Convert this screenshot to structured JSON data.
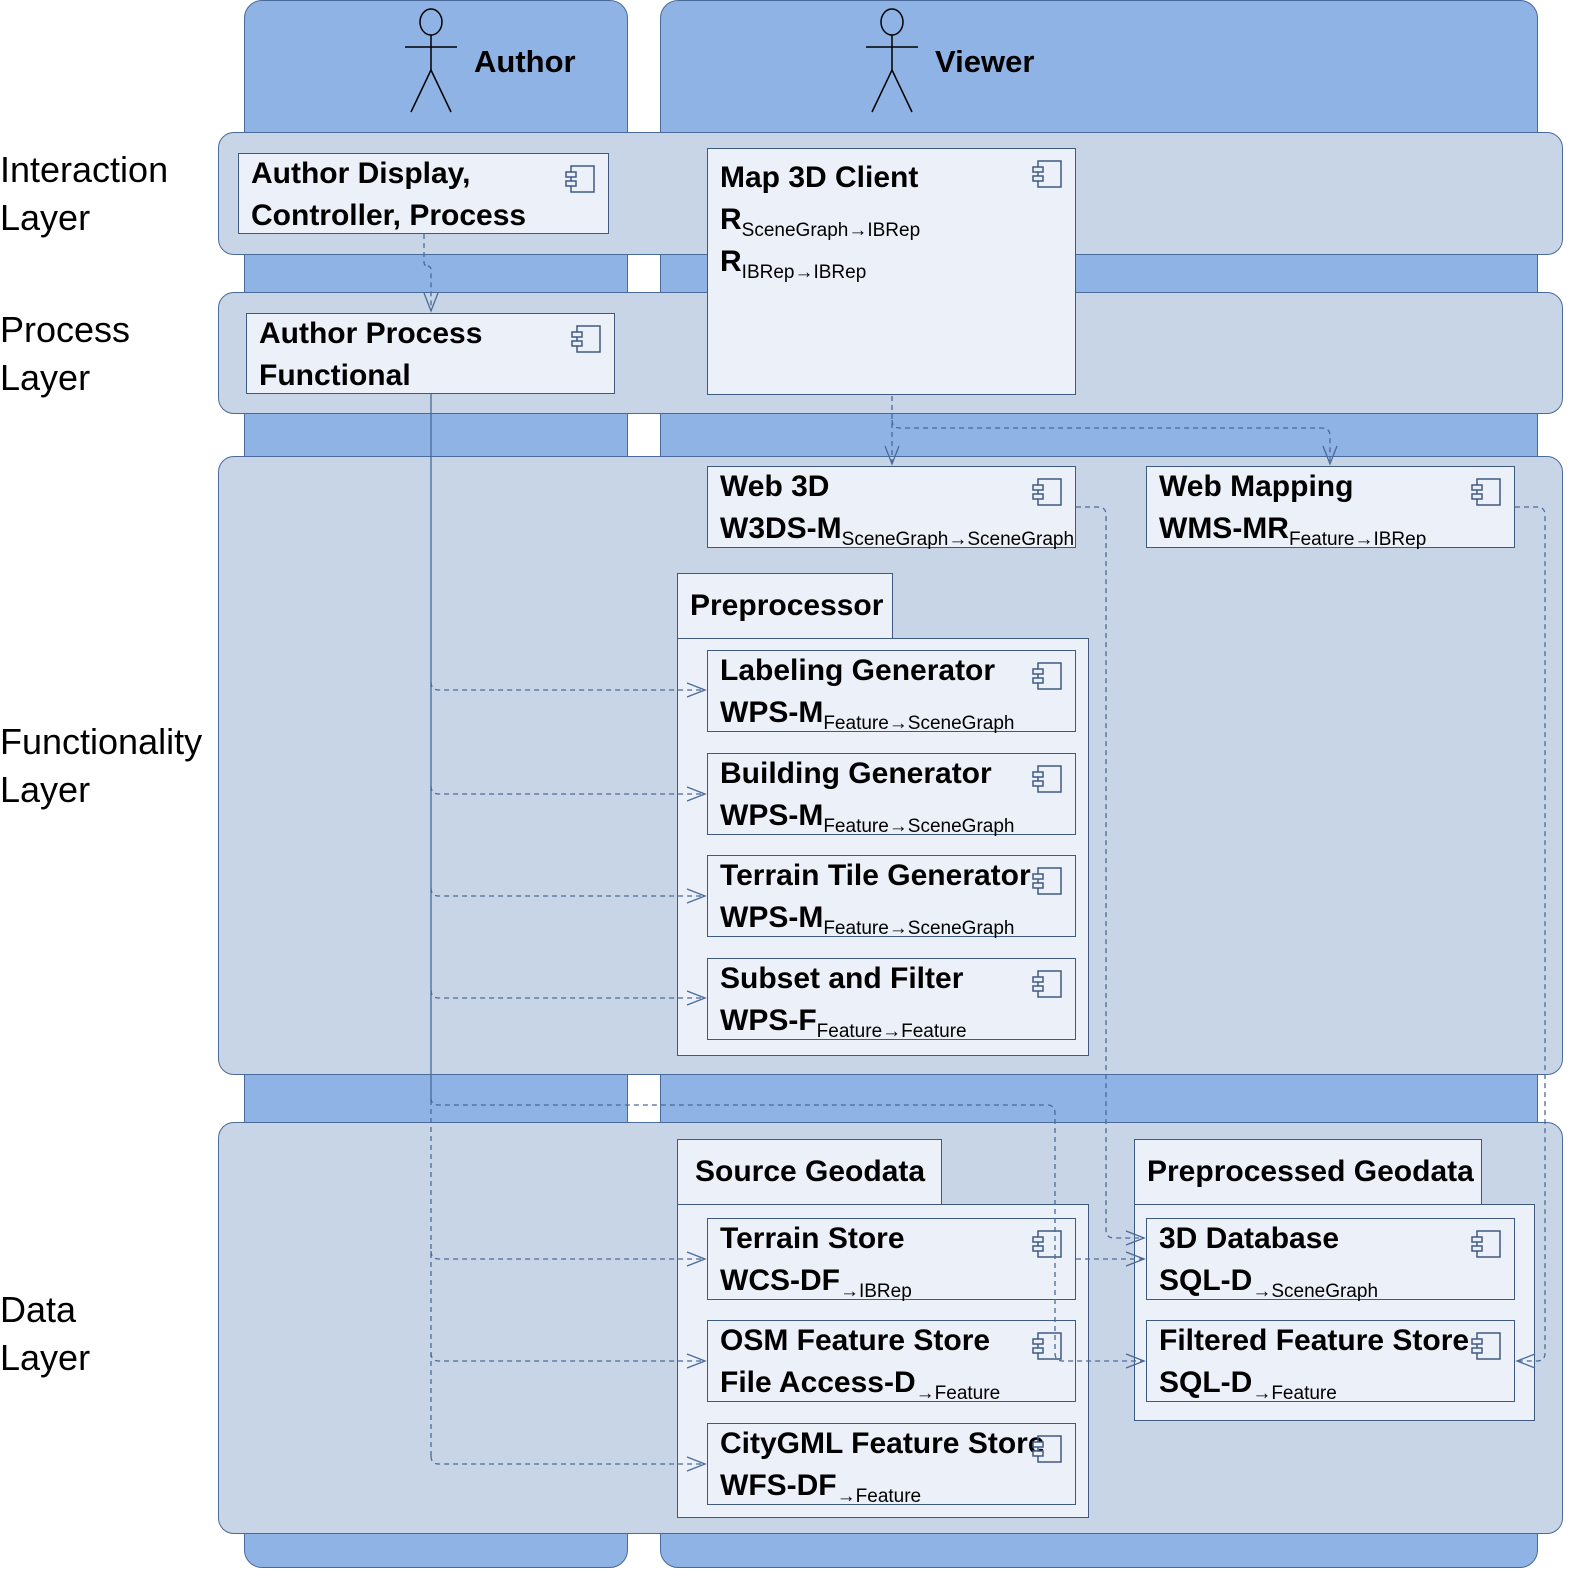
{
  "actors": {
    "author": "Author",
    "viewer": "Viewer"
  },
  "layers": {
    "interaction": [
      "Interaction",
      "Layer"
    ],
    "process": [
      "Process",
      "Layer"
    ],
    "functionality": [
      "Functionality",
      "Layer"
    ],
    "data": [
      "Data",
      "Layer"
    ]
  },
  "components": {
    "author_display": {
      "line1": "Author Display,",
      "line2": "Controller, Process"
    },
    "author_process": {
      "line1": "Author Process",
      "line2": "Functional"
    },
    "map3d": {
      "title": "Map 3D Client",
      "r1_main": "R",
      "r1_sub": "SceneGraph→IBRep",
      "r2_main": "R",
      "r2_sub": "IBRep→IBRep"
    },
    "web3d": {
      "title": "Web 3D",
      "main": "W3DS-M",
      "sub": "SceneGraph→SceneGraph"
    },
    "webmapping": {
      "title": "Web Mapping",
      "main": "WMS-MR",
      "sub": "Feature→IBRep"
    },
    "labeling": {
      "title": "Labeling Generator",
      "main": "WPS-M",
      "sub": "Feature→SceneGraph"
    },
    "building": {
      "title": "Building Generator",
      "main": "WPS-M",
      "sub": "Feature→SceneGraph"
    },
    "terrain_tile": {
      "title": "Terrain Tile Generator",
      "main": "WPS-M",
      "sub": "Feature→SceneGraph"
    },
    "subset": {
      "title": "Subset and Filter",
      "main": "WPS-F",
      "sub": "Feature→Feature"
    },
    "terrain_store": {
      "title": "Terrain Store",
      "main": "WCS-DF",
      "sub": "→IBRep"
    },
    "osm_store": {
      "title": "OSM Feature Store",
      "main": "File Access-D",
      "sub": "→Feature"
    },
    "citygml_store": {
      "title": "CityGML Feature Store",
      "main": "WFS-DF",
      "sub": "→Feature"
    },
    "db3d": {
      "title": "3D Database",
      "main": "SQL-D",
      "sub": "→SceneGraph"
    },
    "filtered_store": {
      "title": "Filtered Feature Store",
      "main": "SQL-D",
      "sub": "→Feature"
    }
  },
  "packages": {
    "preprocessor": "Preprocessor",
    "source_geodata": "Source Geodata",
    "preprocessed_geodata": "Preprocessed Geodata"
  },
  "colors": {
    "lane": "#8eb3e4",
    "band": "#c8d5e6",
    "component": "#ecf0f8",
    "border": "#3f5a80",
    "connector": "#4a6a9a"
  }
}
